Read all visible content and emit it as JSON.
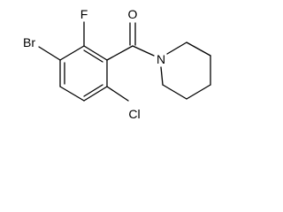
{
  "structure": {
    "atoms": {
      "oxygen": "O",
      "fluorine": "F",
      "bromine": "Br",
      "nitrogen": "N",
      "chlorine": "Cl"
    }
  },
  "colors": {
    "bond": "#000000",
    "text": "#000000",
    "background": "#ffffff"
  }
}
